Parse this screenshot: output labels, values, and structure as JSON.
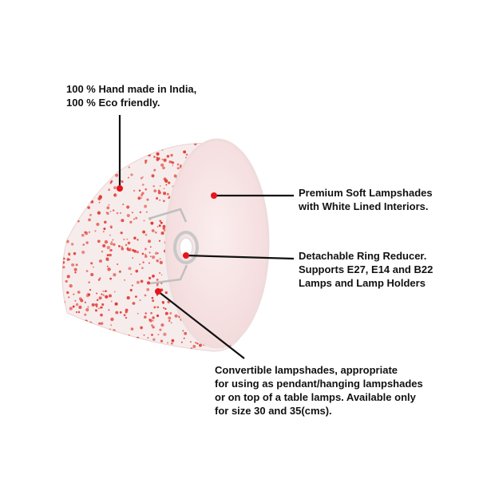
{
  "product": {
    "name": "lampshade",
    "print_pattern": "red speckle print on white fabric",
    "lining_color": "#f9e7e8"
  },
  "colors": {
    "shade_outer": "#f7ecec",
    "speckle": "#e0392f",
    "lining": "#f9e7e8",
    "ring_frame": "#c8c8c8",
    "callout_dot": "#e8141b",
    "leader_line": "#111111",
    "text": "#111111",
    "background": "#ffffff"
  },
  "callouts": [
    {
      "id": "handmade",
      "lines": [
        "100 % Hand made in India,",
        "100 % Eco friendly."
      ]
    },
    {
      "id": "lining",
      "lines": [
        "Premium Soft Lampshades",
        "with White Lined Interiors."
      ]
    },
    {
      "id": "ring-reducer",
      "lines": [
        "Detachable Ring Reducer.",
        "Supports E27, E14 and B22",
        "Lamps and Lamp Holders"
      ]
    },
    {
      "id": "convertible",
      "lines": [
        "Convertible lampshades, appropriate",
        "for using as pendant/hanging lampshades",
        "or on top of a table lamps. Available only",
        "for size 30 and 35(cms)."
      ]
    }
  ]
}
